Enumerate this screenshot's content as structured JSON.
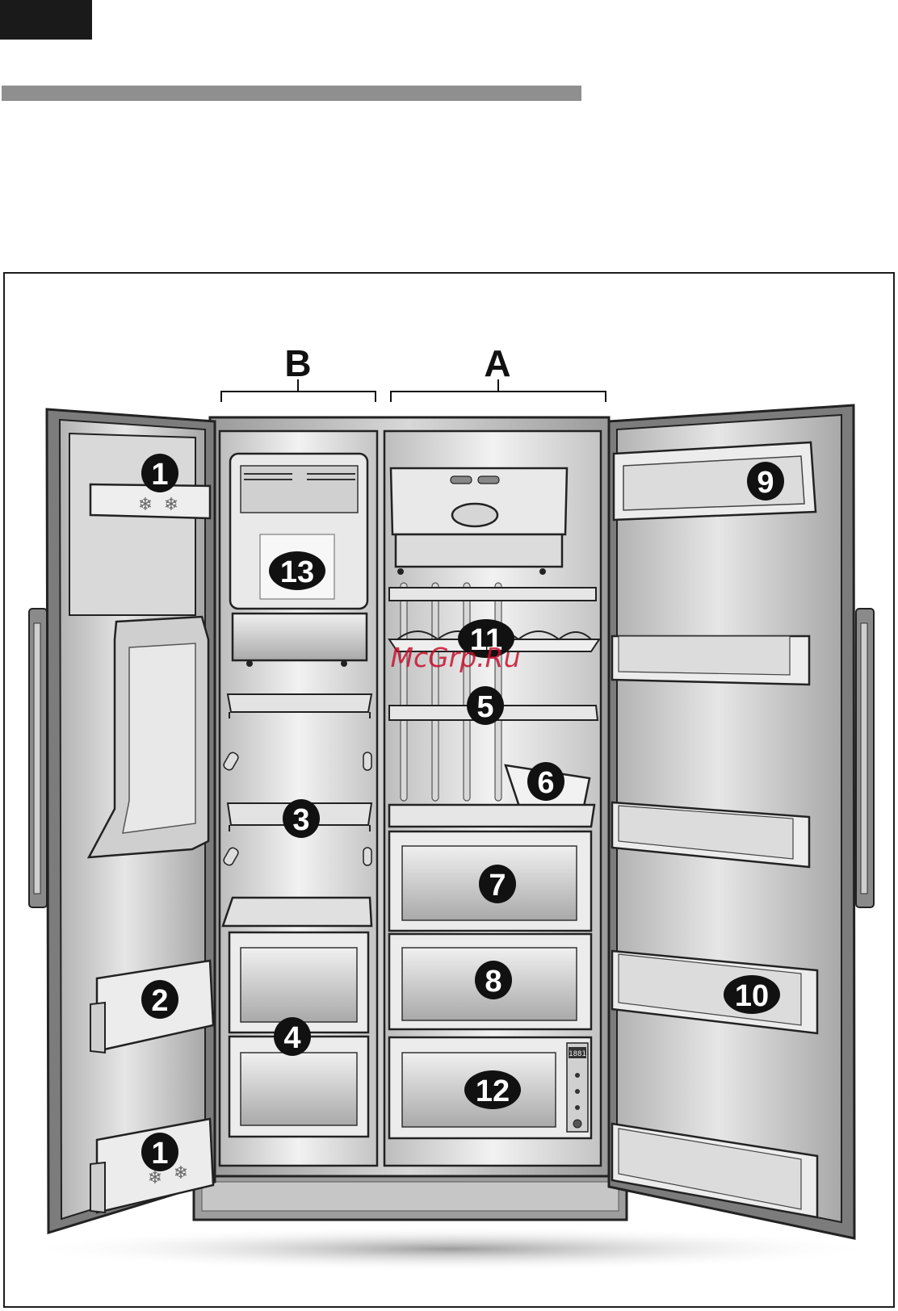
{
  "page": {
    "header_tab_color": "#1a1a1a",
    "rule_color": "#8f8f8f"
  },
  "figure": {
    "sections": {
      "freezer": "B",
      "fridge": "A"
    },
    "callouts": {
      "c1_top": "1",
      "c2": "2",
      "c3": "3",
      "c4": "4",
      "c5": "5",
      "c6": "6",
      "c7": "7",
      "c8": "8",
      "c9": "9",
      "c10": "10",
      "c11": "11",
      "c12": "12",
      "c13": "13",
      "c1_bottom": "1"
    },
    "display_readout": "1881",
    "watermark": "McGrp.Ru"
  }
}
